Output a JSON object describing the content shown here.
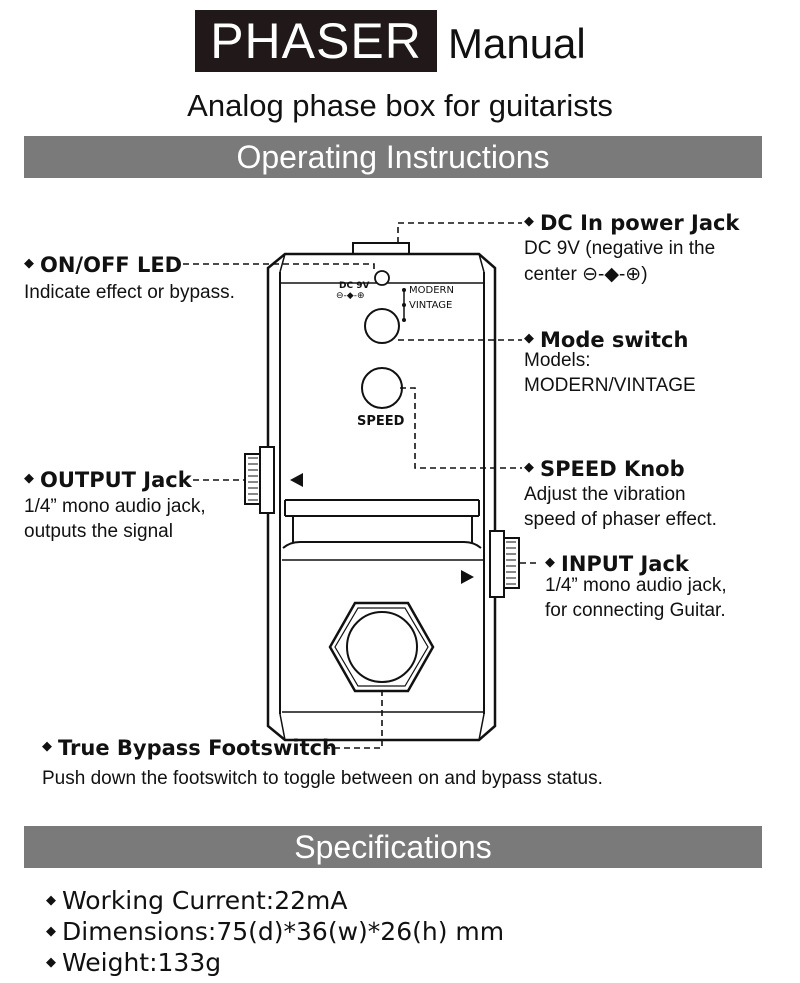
{
  "header": {
    "title_box": "PHASER",
    "title_rest": "Manual",
    "subtitle": "Analog phase box for guitarists"
  },
  "sections": {
    "operating": "Operating Instructions",
    "specifications": "Specifications"
  },
  "bullet": "◆",
  "callouts": {
    "dc_in": {
      "label": "DC In power Jack",
      "desc": [
        "DC 9V (negative in the",
        "center ⊖-◆-⊕)"
      ]
    },
    "led": {
      "label": "ON/OFF LED",
      "desc": [
        "Indicate effect or bypass."
      ]
    },
    "mode": {
      "label": "Mode switch",
      "desc": [
        "Models:",
        "MODERN/VINTAGE"
      ]
    },
    "output": {
      "label": "OUTPUT Jack",
      "desc": [
        "1/4” mono audio jack,",
        "outputs the signal"
      ]
    },
    "speed": {
      "label": "SPEED Knob",
      "desc": [
        "Adjust the vibration",
        "speed of phaser effect."
      ]
    },
    "input": {
      "label": "INPUT Jack",
      "desc": [
        "1/4” mono audio jack,",
        "for connecting Guitar."
      ]
    },
    "footswitch": {
      "label": "True Bypass Footswitch",
      "desc": [
        "Push down the footswitch to toggle between on and bypass status."
      ]
    }
  },
  "pedal": {
    "dc_label": "DC 9V",
    "dc_polarity": "⊖-◆-⊕",
    "modern": "MODERN",
    "vintage": "VINTAGE",
    "speed": "SPEED"
  },
  "specs": [
    "Working Current:22mA",
    "Dimensions:75(d)*36(w)*26(h) mm",
    "Weight:133g"
  ]
}
